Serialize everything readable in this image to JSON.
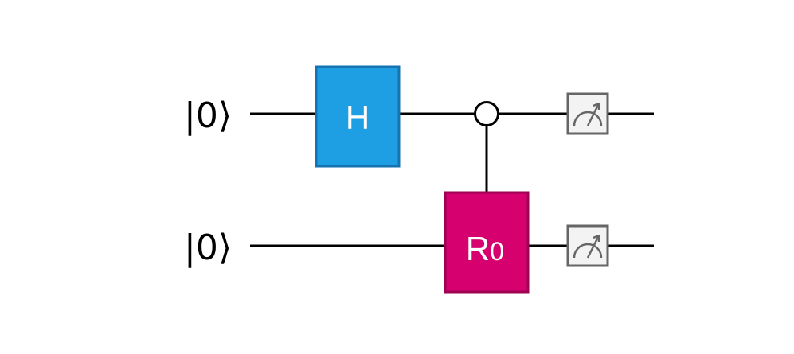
{
  "qubits": [
    {
      "state_label": "|0⟩"
    },
    {
      "state_label": "|0⟩"
    }
  ],
  "gates": {
    "hadamard": {
      "label": "H",
      "color": "#1e9fe3",
      "border": "#1473b0"
    },
    "rotation": {
      "label": "R",
      "subscript": "0",
      "color": "#d6006f",
      "border": "#9e0052"
    },
    "control": {
      "style": "open-circle",
      "target": "rotation"
    }
  },
  "measurements": [
    {
      "icon": "meter-icon",
      "qubit": 0
    },
    {
      "icon": "meter-icon",
      "qubit": 1
    }
  ],
  "colors": {
    "wire": "#000000",
    "meter_border": "#666666",
    "meter_fill": "#f3f3f3"
  }
}
